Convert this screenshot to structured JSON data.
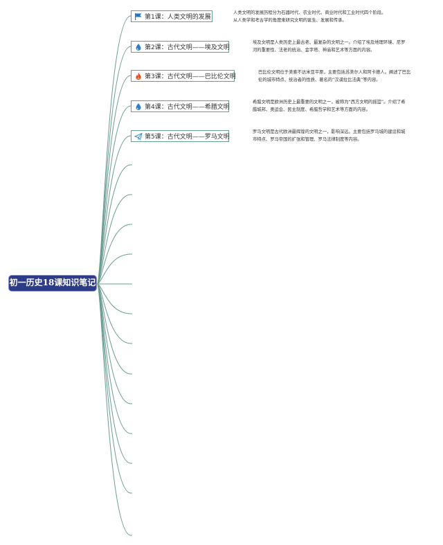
{
  "root": {
    "title": "初一历史18课知识笔记"
  },
  "topics": [
    {
      "label": "第1课：人类文明的发展",
      "icon": "flag-icon",
      "icon_color": "#1f77c2",
      "note_lines": [
        "人类文明的发展历程分为石器时代、农业时代、商业时代和工业时代四个阶段。",
        "从人类学和考古学的角度来研究文明的诞生、发展和传承。"
      ]
    },
    {
      "label": "第2课：古代文明——埃及文明",
      "icon": "droplet-icon",
      "icon_color": "#2f7fc8",
      "note_lines": [
        "埃及文明是人类历史上最古老、最复杂的文明之一。介绍了埃及地理环境、尼罗",
        "河的重要性、法老的统治、金字塔、神庙和艺术等方面的内容。"
      ]
    },
    {
      "label": "第3课：古代文明——巴比伦文明",
      "icon": "fire-icon",
      "icon_color": "#e0472b",
      "note_lines": [
        "巴比伦文明位于美索不达米亚平原，主要包括苏美尔人和阿卡德人。阐述了巴比",
        "伦的城市特点、统治者的性质、著名的“汉谟拉比法典”等内容。"
      ]
    },
    {
      "label": "第4课：古代文明——希腊文明",
      "icon": "droplet-icon",
      "icon_color": "#2f7fc8",
      "note_lines": [
        "希腊文明是欧洲历史上最重要的文明之一，被称为“西方文明的摇篮”。介绍了希",
        "腊城邦、奥运会、民主制度、希腊哲学和艺术等方面的内容。"
      ]
    },
    {
      "label": "第5课：古代文明——罗马文明",
      "icon": "paper-plane-icon",
      "icon_color": "#3d8fd0",
      "note_lines": [
        "罗马文明是古代欧洲最辉煌的文明之一，影响深远。主要包括罗马城的建设和城",
        "市特点、罗马帝国的扩张和管理、罗马法律制度等内容。"
      ]
    }
  ],
  "colors": {
    "branch": "#6a9c92",
    "root_fill": "#2e3b87"
  }
}
